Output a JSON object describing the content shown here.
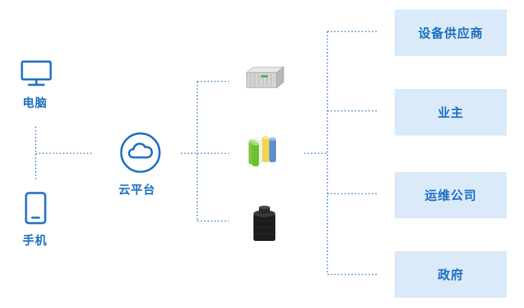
{
  "clients": {
    "computer": {
      "label": "电脑",
      "icon": "desktop-monitor-icon"
    },
    "phone": {
      "label": "手机",
      "icon": "mobile-phone-icon"
    }
  },
  "cloud": {
    "label": "云平台",
    "icon": "cloud-icon"
  },
  "devices": [
    {
      "name": "energy-storage-container-image"
    },
    {
      "name": "battery-cells-image"
    },
    {
      "name": "black-cylinder-device-image"
    }
  ],
  "stakeholders": [
    {
      "label": "设备供应商"
    },
    {
      "label": "业主"
    },
    {
      "label": "运维公司"
    },
    {
      "label": "政府"
    }
  ],
  "colors": {
    "primary": "#1a6fc2",
    "box_fill": "#dbeaf8",
    "connector": "#1a6fc2"
  }
}
